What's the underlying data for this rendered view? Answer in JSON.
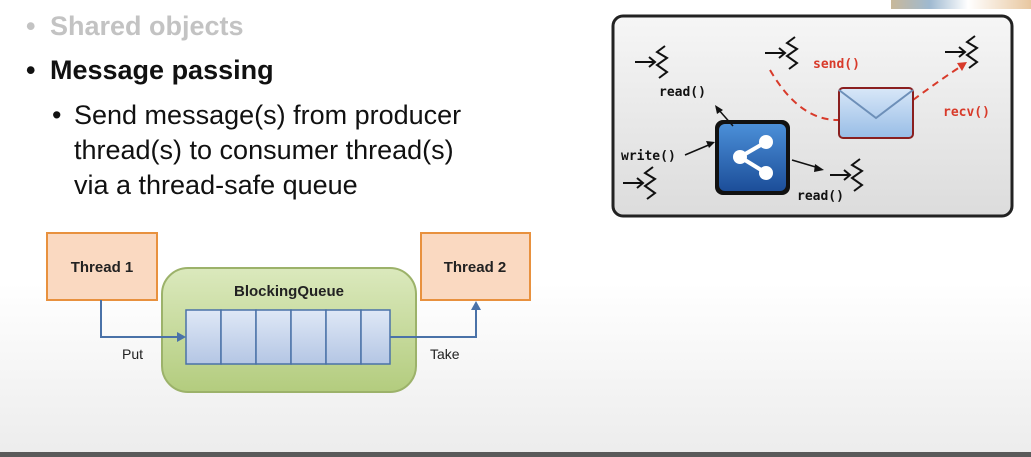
{
  "slide": {
    "bullet_shared": "Shared objects",
    "bullet_message": "Message passing",
    "sub_line1": "Send message(s) from producer",
    "sub_line2": "thread(s) to consumer thread(s)",
    "sub_line3": "via a thread-safe queue"
  },
  "queue_diagram": {
    "thread1": "Thread 1",
    "thread2": "Thread 2",
    "queue": "BlockingQueue",
    "put": "Put",
    "take": "Take"
  },
  "thread_diagram": {
    "send": "send()",
    "recv": "recv()",
    "read_top": "read()",
    "write": "write()",
    "read_bottom": "read()"
  },
  "colors": {
    "thread_box_fill": "#fad9c1",
    "thread_box_border": "#e8913e",
    "queue_fill": "#c5d99a",
    "queue_border": "#9cb26a",
    "slot_fill": "#c5d5ec",
    "arrow": "#4a72a8",
    "send_red": "#d83a2a"
  }
}
